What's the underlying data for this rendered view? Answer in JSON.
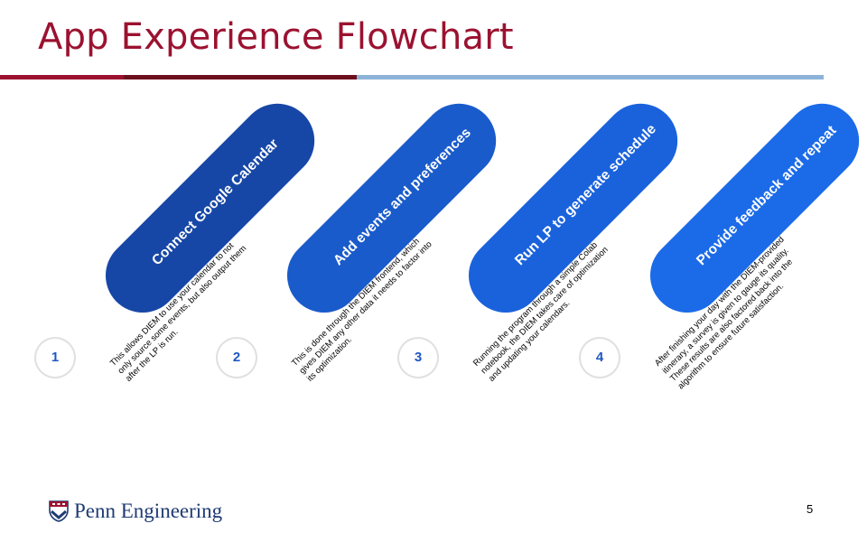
{
  "slide": {
    "title": "App Experience Flowchart",
    "page_number": "5"
  },
  "steps": [
    {
      "number": "1",
      "label": "Connect Google Calendar",
      "color": "#1747a6",
      "text": "This allows DIEM to use your calendar to not only source some events, but also output them after the LP is run."
    },
    {
      "number": "2",
      "label": "Add events and preferences",
      "color": "#1a5bcb",
      "text": "This is done through the DIEM frontend, which gives DIEM any other data it needs to factor into its optimization."
    },
    {
      "number": "3",
      "label": "Run LP to generate schedule",
      "color": "#1a62dc",
      "text": "Running the program through a simple Colab notebook, the DIEM takes care of optimization and updating your calendars."
    },
    {
      "number": "4",
      "label": "Provide feedback and repeat",
      "color": "#1b6be8",
      "text": "After finishing your day with the DIEM-provided itinerary, a survey is given to gauge its quality. These results are also factored back into the algorithm to ensure future satisfaction."
    }
  ],
  "footer": {
    "logo_text": "Penn Engineering",
    "logo_icon": "penn-shield-icon"
  }
}
